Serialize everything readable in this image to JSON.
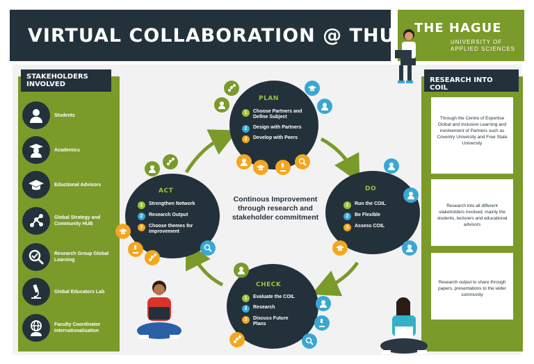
{
  "header": {
    "title": "VIRTUAL COLLABORATION @ THUAS",
    "logo": {
      "name": "THE HAGUE",
      "line1": "UNIVERSITY OF",
      "line2": "APPLIED SCIENCES"
    }
  },
  "stakeholders": {
    "heading_line1": "STAKEHOLDERS",
    "heading_line2": "INVOLVED",
    "items": [
      {
        "label": "Students",
        "icon": "student-icon"
      },
      {
        "label": "Academics",
        "icon": "graduation-cap-icon"
      },
      {
        "label": "Eductional Advisors",
        "icon": "mortarboard-icon"
      },
      {
        "label": "Global Strategy and Community HUB",
        "icon": "network-icon"
      },
      {
        "label": "Research Group Global Learning",
        "icon": "magnifier-icon"
      },
      {
        "label": "Global Educators Lab",
        "icon": "microscope-icon"
      },
      {
        "label": "Faculty Coordinator Internationalization",
        "icon": "globe-person-icon"
      }
    ]
  },
  "research": {
    "heading": "RESEARCH INTO COIL",
    "cards": [
      "Through the Centre of Expertise Global and Inclusive Learning and involvement of Partners such as Coventry University and Free State University",
      "Research into all different stakeholders involved, mainly the students, lecturers and educational advisors",
      "Research output to share through papers, presentations to the wider community"
    ]
  },
  "cycle": {
    "center": "Continous Improvement through research and stakeholder commitment",
    "plan": {
      "title": "PLAN",
      "steps": [
        "Choose Partners and Define Subject",
        "Design with Partners",
        "Develop with Peers"
      ]
    },
    "do": {
      "title": "DO",
      "steps": [
        "Run the COIL",
        "Be Flexible",
        "Assess COIL"
      ]
    },
    "check": {
      "title": "CHECK",
      "steps": [
        "Evaluate the COIL",
        "Research",
        "Discuss Future Plans"
      ]
    },
    "act": {
      "title": "ACT",
      "steps": [
        "Strengthen Network",
        "Research Output",
        "Choose themes for improvement"
      ]
    }
  },
  "colors": {
    "dark_navy": "#23313b",
    "olive_green": "#7a9a2a",
    "lime_green": "#9cc23a",
    "sky_blue": "#3aa7d3",
    "orange": "#f4a71e"
  }
}
